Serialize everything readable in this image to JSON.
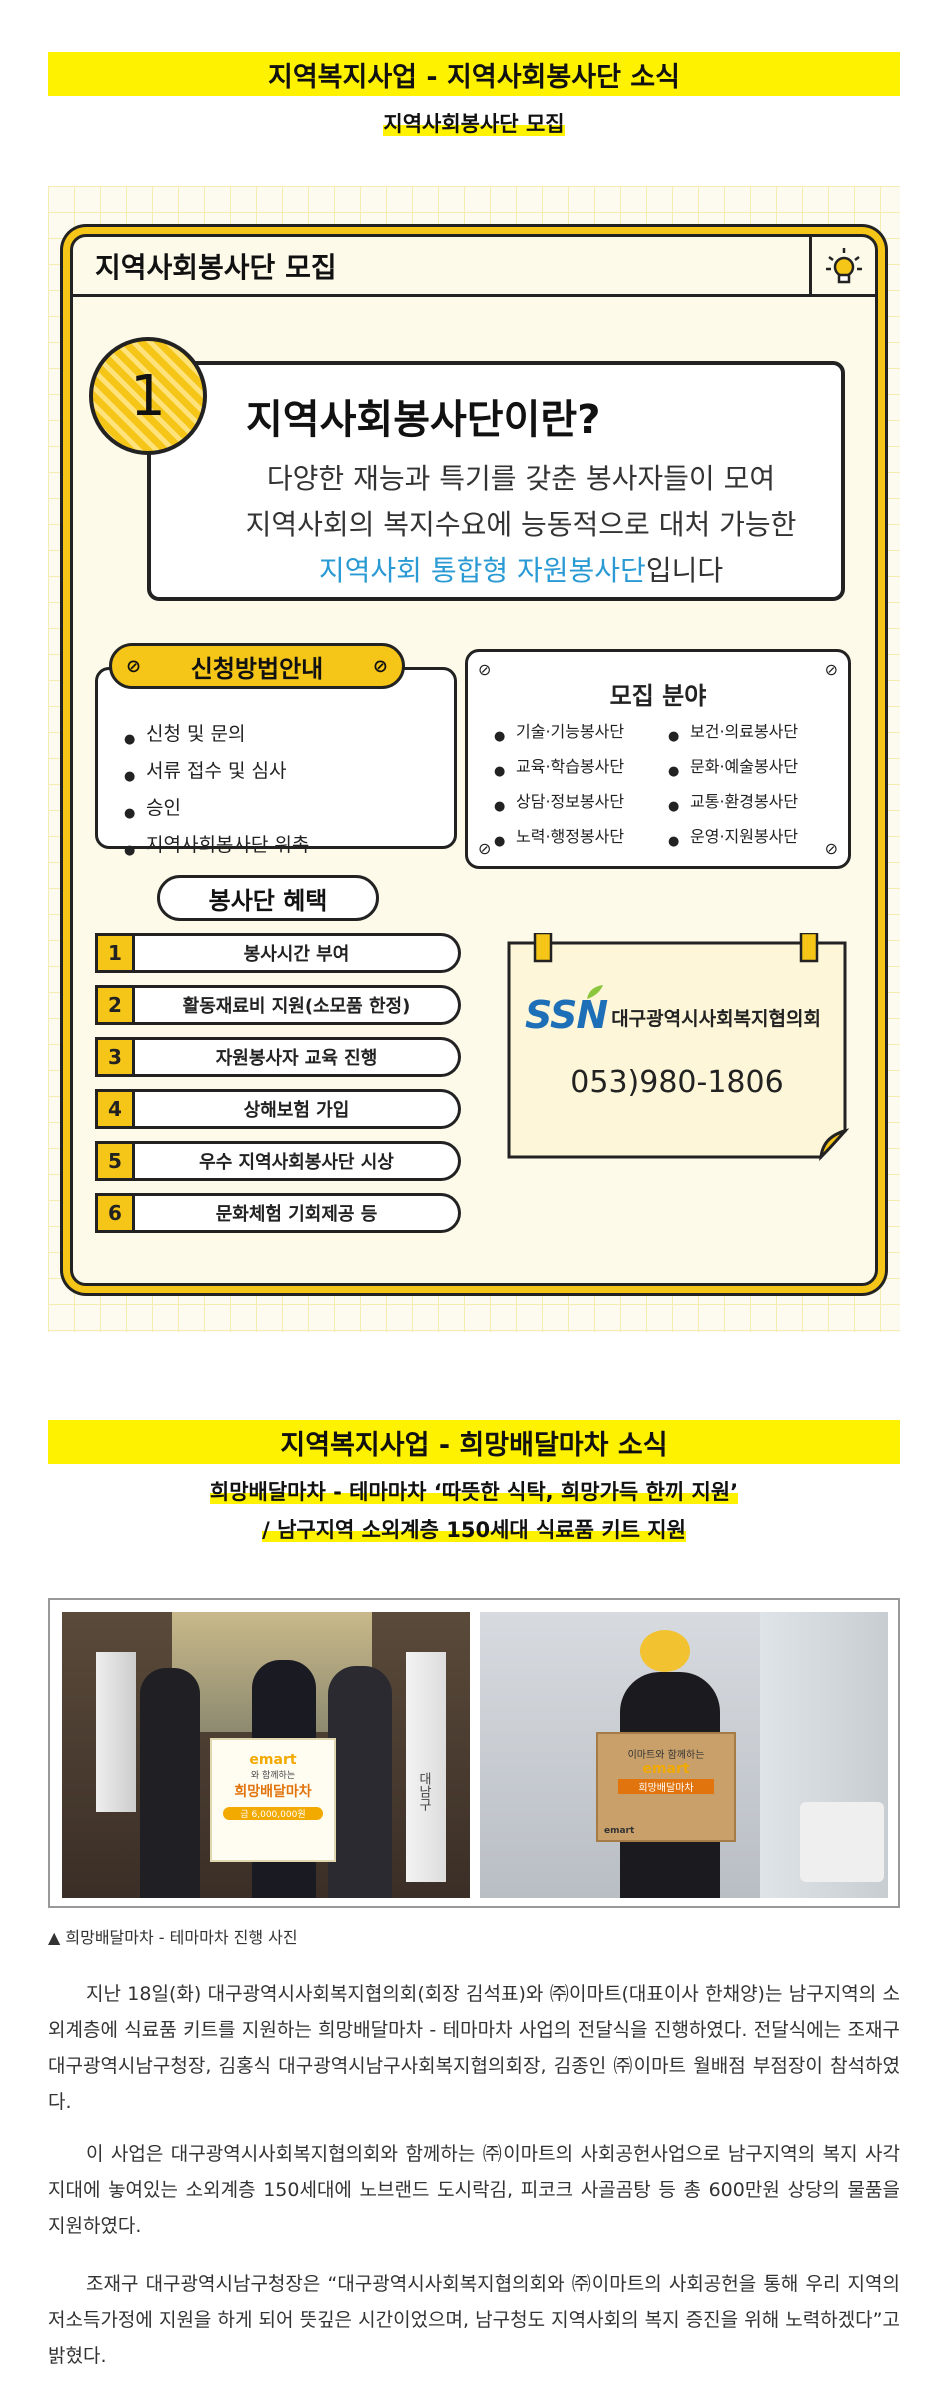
{
  "section1": {
    "banner": "지역복지사업 - 지역사회봉사단 소식",
    "subtitle": "지역사회봉사단 모집"
  },
  "poster": {
    "header": "지역사회봉사단 모집",
    "number": "1",
    "what_title": "지역사회봉사단이란?",
    "what_line1": "다양한 재능과 특기를 갖춘 봉사자들이 모여",
    "what_line2": "지역사회의 복지수요에 능동적으로 대처 가능한",
    "what_line3_highlight": "지역사회 통합형 자원봉사단",
    "what_line3_tail": "입니다",
    "apply": {
      "title": "신청방법안내",
      "items": [
        "신청 및 문의",
        "서류 접수 및 심사",
        "승인",
        "지역사회봉사단 위촉"
      ]
    },
    "fields": {
      "title": "모집 분야",
      "items": [
        "기술·기능봉사단",
        "보건·의료봉사단",
        "교육·학습봉사단",
        "문화·예술봉사단",
        "상담·정보봉사단",
        "교통·환경봉사단",
        "노력·행정봉사단",
        "운영·지원봉사단"
      ]
    },
    "benefits": {
      "title": "봉사단 혜택",
      "items": [
        {
          "n": "1",
          "t": "봉사시간 부여"
        },
        {
          "n": "2",
          "t": "활동재료비 지원(소모품 한정)"
        },
        {
          "n": "3",
          "t": "자원봉사자 교육 진행"
        },
        {
          "n": "4",
          "t": "상해보험 가입"
        },
        {
          "n": "5",
          "t": "우수 지역사회봉사단 시상"
        },
        {
          "n": "6",
          "t": "문화체험 기회제공 등"
        }
      ]
    },
    "contact": {
      "logo": "SSN",
      "org": "대구광역시사회복지협의회",
      "phone": "053)980-1806"
    }
  },
  "section2": {
    "banner": "지역복지사업 - 희망배달마차 소식",
    "subtitle1": "희망배달마차 - 테마마차 ‘따뜻한 식탁, 희망가득 한끼 지원’",
    "subtitle2": "/ 남구지역 소외계층 150세대 식료품 키트 지원",
    "board_line1": "emart",
    "board_line2": "와 함께하는",
    "board_line3": "희망배달마차",
    "board_amount": "금 6,000,000원",
    "box_line1": "이마트와 함께하는",
    "box_line2": "emart",
    "box_line3": "희망배달마차",
    "box_brand": "emart",
    "side_text": "대남구",
    "caption": "▲ 희망배달마차 - 테마마차 진행 사진",
    "paragraphs": [
      "지난 18일(화) 대구광역시사회복지협의회(회장 김석표)와 ㈜이마트(대표이사 한채양)는 남구지역의 소외계층에 식료품 키트를 지원하는 희망배달마차 - 테마마차 사업의 전달식을 진행하였다. 전달식에는 조재구 대구광역시남구청장, 김홍식 대구광역시남구사회복지협의회장, 김종인 ㈜이마트 월배점 부점장이 참석하였다.",
      "이 사업은 대구광역시사회복지협의회와 함께하는 ㈜이마트의 사회공헌사업으로 남구지역의 복지 사각지대에 놓여있는 소외계층 150세대에 노브랜드 도시락김, 피코크 사골곰탕 등 총 600만원 상당의 물품을 지원하였다.",
      "조재구 대구광역시남구청장은 “대구광역시사회복지협의회와 ㈜이마트의 사회공헌을 통해 우리 지역의 저소득가정에 지원을 하게 되어 뜻깊은 시간이었으며, 남구청도 지역사회의 복지 증진을 위해 노력하겠다”고 밝혔다."
    ]
  },
  "colors": {
    "yellow": "#fff200",
    "poster_yellow": "#f5c518",
    "blue": "#2a9ad4",
    "ssn_green": "#8cc63f",
    "ssn_blue": "#1d6fb8"
  }
}
